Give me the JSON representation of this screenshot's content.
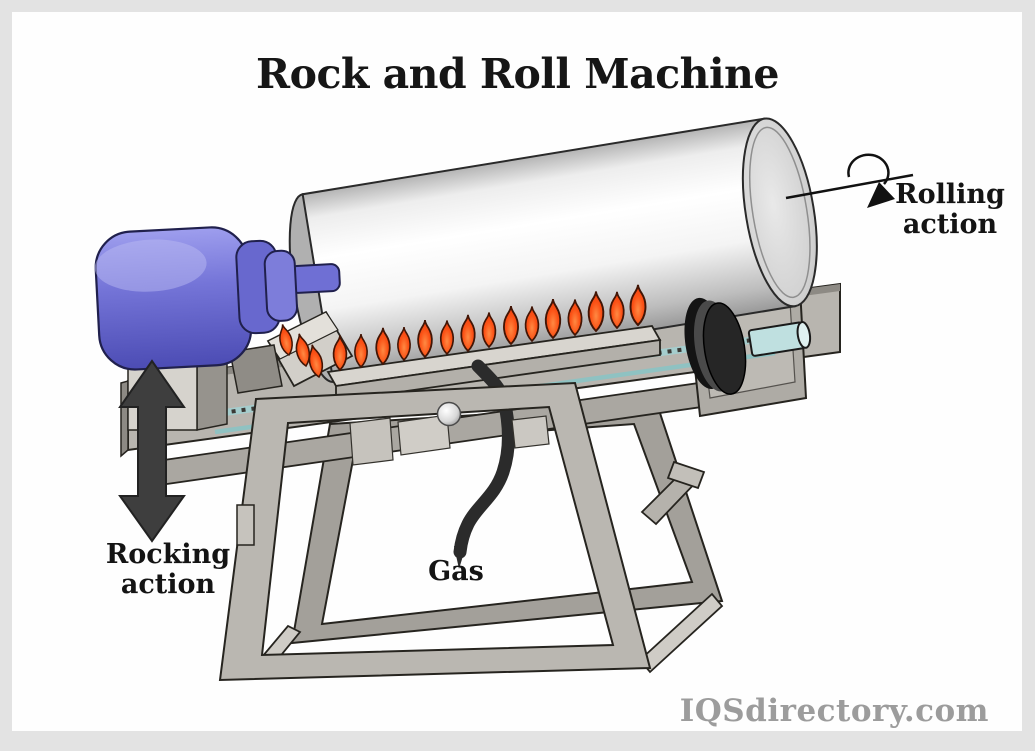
{
  "page": {
    "title": "Rock and Roll Machine",
    "watermark": "IQSdirectory.com",
    "background": "#fefefe",
    "border_color": "#e3e3e3"
  },
  "labels": {
    "rolling_line1": "Rolling",
    "rolling_line2": "action",
    "rocking_line1": "Rocking",
    "rocking_line2": "action",
    "gas": "Gas"
  },
  "icons": {
    "rolling_arrow": "rotation-arrow-icon",
    "rocking_arrow": "double-vertical-arrow-icon",
    "flame": "flame-icon"
  },
  "colors": {
    "motor_blue": "#7575d8",
    "flame_orange": "#f5430f",
    "frame_gray": "#b8b5af",
    "frame_gray_dark": "#a3a09a",
    "cylinder_white": "#f4f4f4",
    "burner_pipe_teal": "#a5cdcd",
    "pivot_pipe_teal": "#bfe0e0",
    "gas_hose_black": "#2b2b2b",
    "arrow_dark": "#3e3e3e",
    "label_text": "#141414",
    "watermark_gray": "#9c9c9c"
  }
}
